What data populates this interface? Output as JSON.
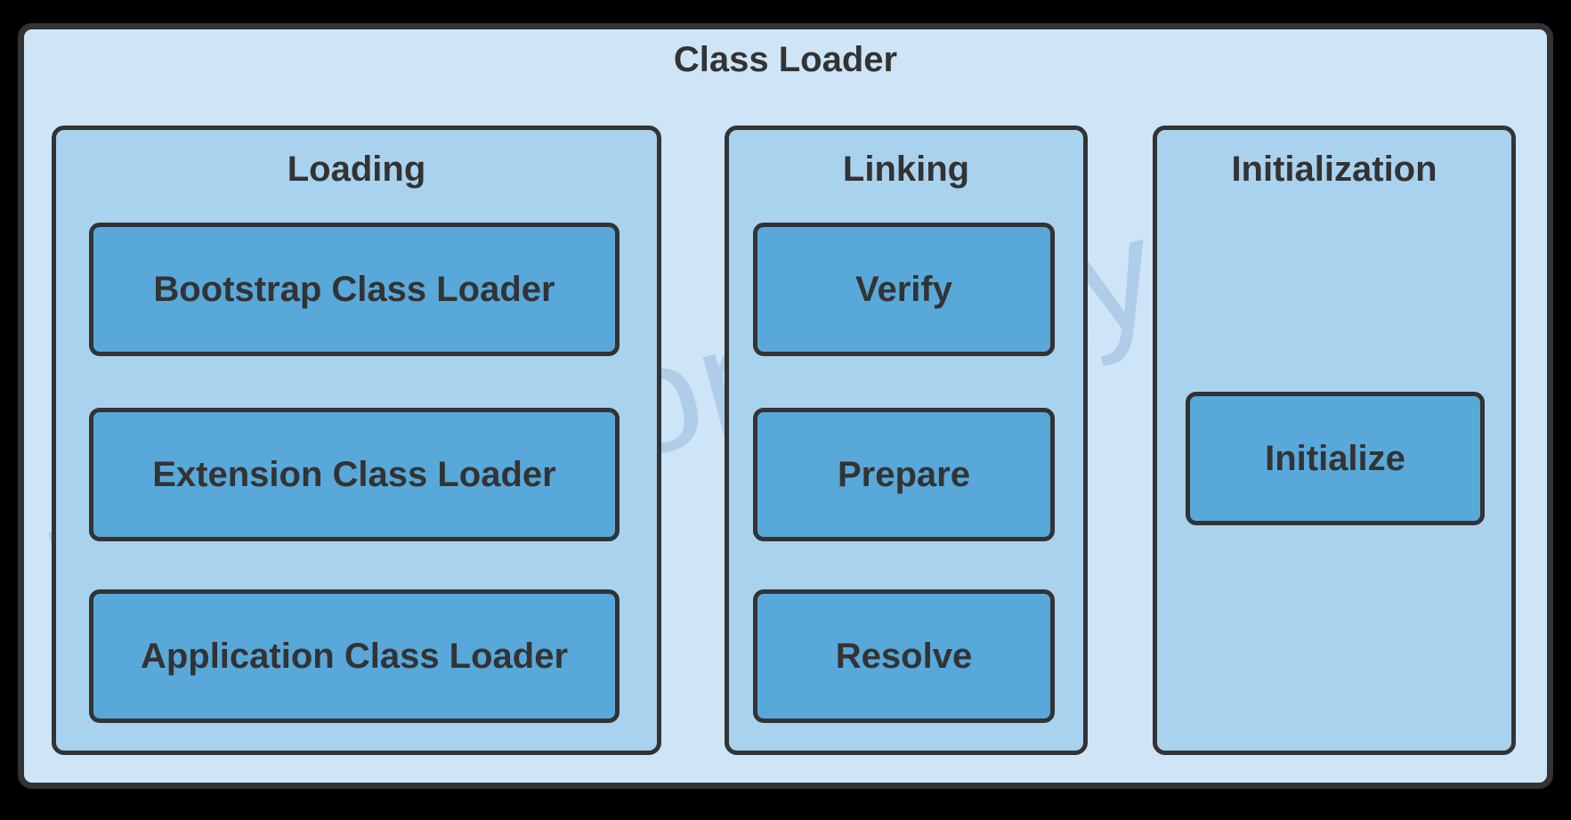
{
  "diagram": {
    "title": "Class Loader",
    "watermark": "theawesomenayak",
    "colors": {
      "page_background": "#000000",
      "container_fill": "#cde5f7",
      "panel_fill": "#a9d2ee",
      "box_fill": "#58a8da",
      "border": "#333333",
      "text": "#333333",
      "watermark_tint": "#7aa9d3"
    },
    "sections": [
      {
        "id": "loading",
        "label": "Loading",
        "boxes": [
          "Bootstrap Class Loader",
          "Extension Class Loader",
          "Application Class Loader"
        ]
      },
      {
        "id": "linking",
        "label": "Linking",
        "boxes": [
          "Verify",
          "Prepare",
          "Resolve"
        ]
      },
      {
        "id": "initialization",
        "label": "Initialization",
        "boxes": [
          "Initialize"
        ]
      }
    ]
  }
}
